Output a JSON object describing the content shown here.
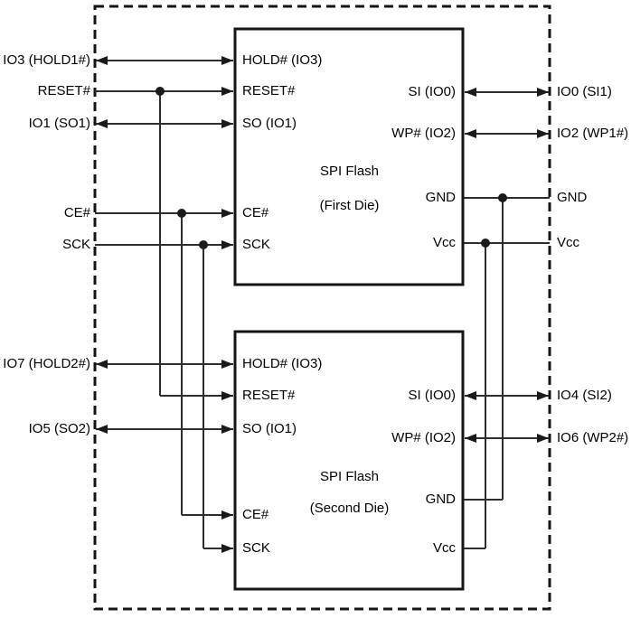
{
  "diagram": {
    "type": "wiring-block-diagram",
    "description": "Dual-die SPI Flash package wiring diagram",
    "colors": {
      "background": "#ffffff",
      "border": "#151515",
      "wire": "#2e2e2e",
      "text": "#000000"
    },
    "external": {
      "left": [
        "IO3 (HOLD1#)",
        "RESET#",
        "IO1 (SO1)",
        "CE#",
        "SCK",
        "IO7 (HOLD2#)",
        "IO5 (SO2)"
      ],
      "right": [
        "IO0 (SI1)",
        "IO2 (WP1#)",
        "GND",
        "Vcc",
        "IO4 (SI2)",
        "IO6 (WP2#)"
      ]
    },
    "dies": [
      {
        "name": "SPI Flash",
        "subtitle": "(First Die)",
        "left_pins": [
          "HOLD# (IO3)",
          "RESET#",
          "SO (IO1)",
          "CE#",
          "SCK"
        ],
        "right_pins": [
          "SI (IO0)",
          "WP# (IO2)",
          "GND",
          "Vcc"
        ]
      },
      {
        "name": "SPI Flash",
        "subtitle": "(Second Die)",
        "left_pins": [
          "HOLD# (IO3)",
          "RESET#",
          "SO (IO1)",
          "CE#",
          "SCK"
        ],
        "right_pins": [
          "SI (IO0)",
          "WP# (IO2)",
          "GND",
          "Vcc"
        ]
      }
    ]
  }
}
